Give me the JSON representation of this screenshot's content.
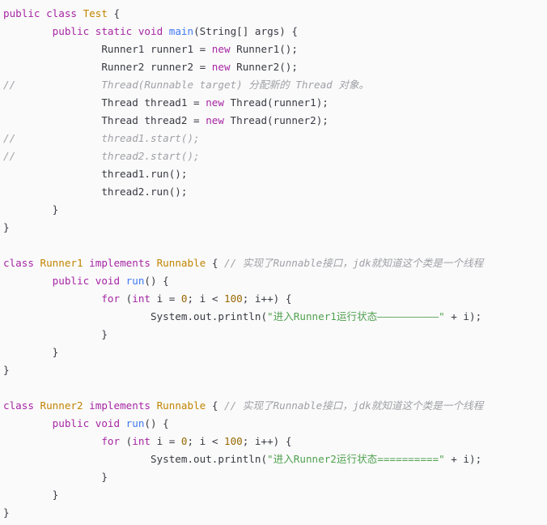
{
  "code": {
    "lines": [
      [
        [
          "keyword",
          "public class "
        ],
        [
          "class",
          "Test"
        ],
        [
          "plain",
          " {"
        ]
      ],
      [
        [
          "plain",
          "        "
        ],
        [
          "keyword",
          "public static void "
        ],
        [
          "func",
          "main"
        ],
        [
          "plain",
          "(String[] args) {"
        ]
      ],
      [
        [
          "plain",
          "                Runner1 runner1 = "
        ],
        [
          "keyword",
          "new"
        ],
        [
          "plain",
          " Runner1();"
        ]
      ],
      [
        [
          "plain",
          "                Runner2 runner2 = "
        ],
        [
          "keyword",
          "new"
        ],
        [
          "plain",
          " Runner2();"
        ]
      ],
      [
        [
          "comment",
          "//              Thread(Runnable target) 分配新的 Thread 对象。"
        ]
      ],
      [
        [
          "plain",
          "                Thread thread1 = "
        ],
        [
          "keyword",
          "new"
        ],
        [
          "plain",
          " Thread(runner1);"
        ]
      ],
      [
        [
          "plain",
          "                Thread thread2 = "
        ],
        [
          "keyword",
          "new"
        ],
        [
          "plain",
          " Thread(runner2);"
        ]
      ],
      [
        [
          "comment",
          "//              thread1.start();"
        ]
      ],
      [
        [
          "comment",
          "//              thread2.start();"
        ]
      ],
      [
        [
          "plain",
          "                thread1.run();"
        ]
      ],
      [
        [
          "plain",
          "                thread2.run();"
        ]
      ],
      [
        [
          "plain",
          "        }"
        ]
      ],
      [
        [
          "plain",
          "}"
        ]
      ],
      [
        [
          "plain",
          ""
        ]
      ],
      [
        [
          "keyword",
          "class "
        ],
        [
          "class",
          "Runner1"
        ],
        [
          "keyword",
          " implements "
        ],
        [
          "class",
          "Runnable"
        ],
        [
          "plain",
          " { "
        ],
        [
          "comment",
          "// 实现了Runnable接口，jdk就知道这个类是一个线程"
        ]
      ],
      [
        [
          "plain",
          "        "
        ],
        [
          "keyword",
          "public void "
        ],
        [
          "func",
          "run"
        ],
        [
          "plain",
          "() {"
        ]
      ],
      [
        [
          "plain",
          "                "
        ],
        [
          "keyword",
          "for"
        ],
        [
          "plain",
          " ("
        ],
        [
          "keyword",
          "int"
        ],
        [
          "plain",
          " i = "
        ],
        [
          "number",
          "0"
        ],
        [
          "plain",
          "; i < "
        ],
        [
          "number",
          "100"
        ],
        [
          "plain",
          "; i++) {"
        ]
      ],
      [
        [
          "plain",
          "                        System.out.println("
        ],
        [
          "string",
          "\"进入Runner1运行状态——————————\""
        ],
        [
          "plain",
          " + i);"
        ]
      ],
      [
        [
          "plain",
          "                }"
        ]
      ],
      [
        [
          "plain",
          "        }"
        ]
      ],
      [
        [
          "plain",
          "}"
        ]
      ],
      [
        [
          "plain",
          ""
        ]
      ],
      [
        [
          "keyword",
          "class "
        ],
        [
          "class",
          "Runner2"
        ],
        [
          "keyword",
          " implements "
        ],
        [
          "class",
          "Runnable"
        ],
        [
          "plain",
          " { "
        ],
        [
          "comment",
          "// 实现了Runnable接口，jdk就知道这个类是一个线程"
        ]
      ],
      [
        [
          "plain",
          "        "
        ],
        [
          "keyword",
          "public void "
        ],
        [
          "func",
          "run"
        ],
        [
          "plain",
          "() {"
        ]
      ],
      [
        [
          "plain",
          "                "
        ],
        [
          "keyword",
          "for"
        ],
        [
          "plain",
          " ("
        ],
        [
          "keyword",
          "int"
        ],
        [
          "plain",
          " i = "
        ],
        [
          "number",
          "0"
        ],
        [
          "plain",
          "; i < "
        ],
        [
          "number",
          "100"
        ],
        [
          "plain",
          "; i++) {"
        ]
      ],
      [
        [
          "plain",
          "                        System.out.println("
        ],
        [
          "string",
          "\"进入Runner2运行状态==========\""
        ],
        [
          "plain",
          " + i);"
        ]
      ],
      [
        [
          "plain",
          "                }"
        ]
      ],
      [
        [
          "plain",
          "        }"
        ]
      ],
      [
        [
          "plain",
          "}"
        ]
      ]
    ]
  },
  "colors": {
    "background": "#fafafa",
    "keyword": "#a626a4",
    "class": "#c18401",
    "function": "#4078f2",
    "number": "#986801",
    "string": "#50a14f",
    "comment": "#a0a1a7",
    "plain": "#383a42"
  }
}
